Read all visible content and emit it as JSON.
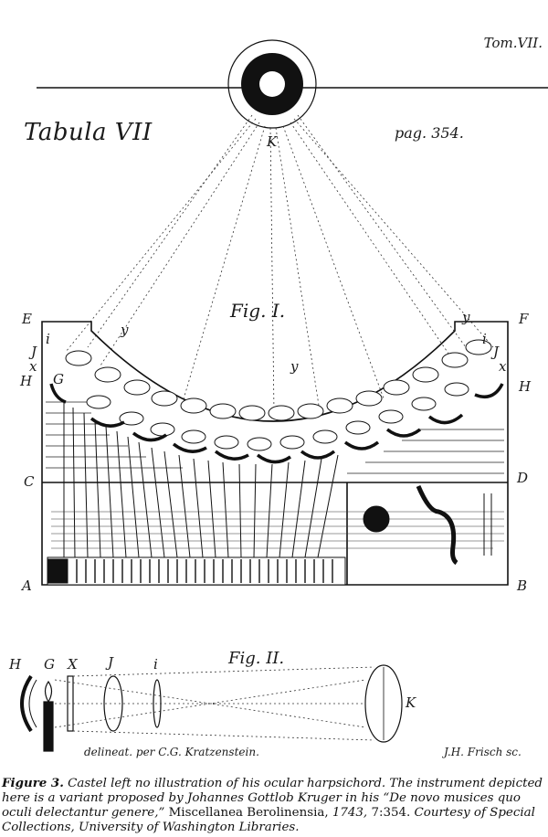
{
  "plate": {
    "tom": "Tom.VII.",
    "tabula": "Tabula VII",
    "pag": "pag. 354.",
    "fig1": "Fig. I.",
    "fig2": "Fig. II.",
    "delineat": "delineat. per C.G. Kratzenstein.",
    "engraver": "J.H. Frisch sc."
  },
  "letters": {
    "k_top": "K",
    "E": "E",
    "F": "F",
    "y_left": "y",
    "y_mid": "y",
    "y_right": "y",
    "I_left": "J",
    "i_left": "i",
    "x_left": "x",
    "H_left": "H",
    "G_left": "G",
    "I_right": "J",
    "i_right": "i",
    "x_right": "x",
    "H_right": "H",
    "C": "C",
    "D": "D",
    "A": "A",
    "B": "B",
    "f2_H": "H",
    "f2_G": "G",
    "f2_X": "X",
    "f2_I": "J",
    "f2_i": "i",
    "f2_K": "K"
  },
  "caption": {
    "label": "Figure 3.",
    "italic_part": " Castel left no illustration of his ocular harpsichord. The instrument depicted here is a variant proposed by Johannes Gottlob Kruger in his “De novo musices quo oculi delectantur genere,”",
    "roman_part1": " Miscellanea Berolinensia,",
    "italic_year": " 1743,",
    "roman_part2": " 7:354.",
    "italic_end": " Courtesy of Special Collections, University of Washington Libraries."
  }
}
